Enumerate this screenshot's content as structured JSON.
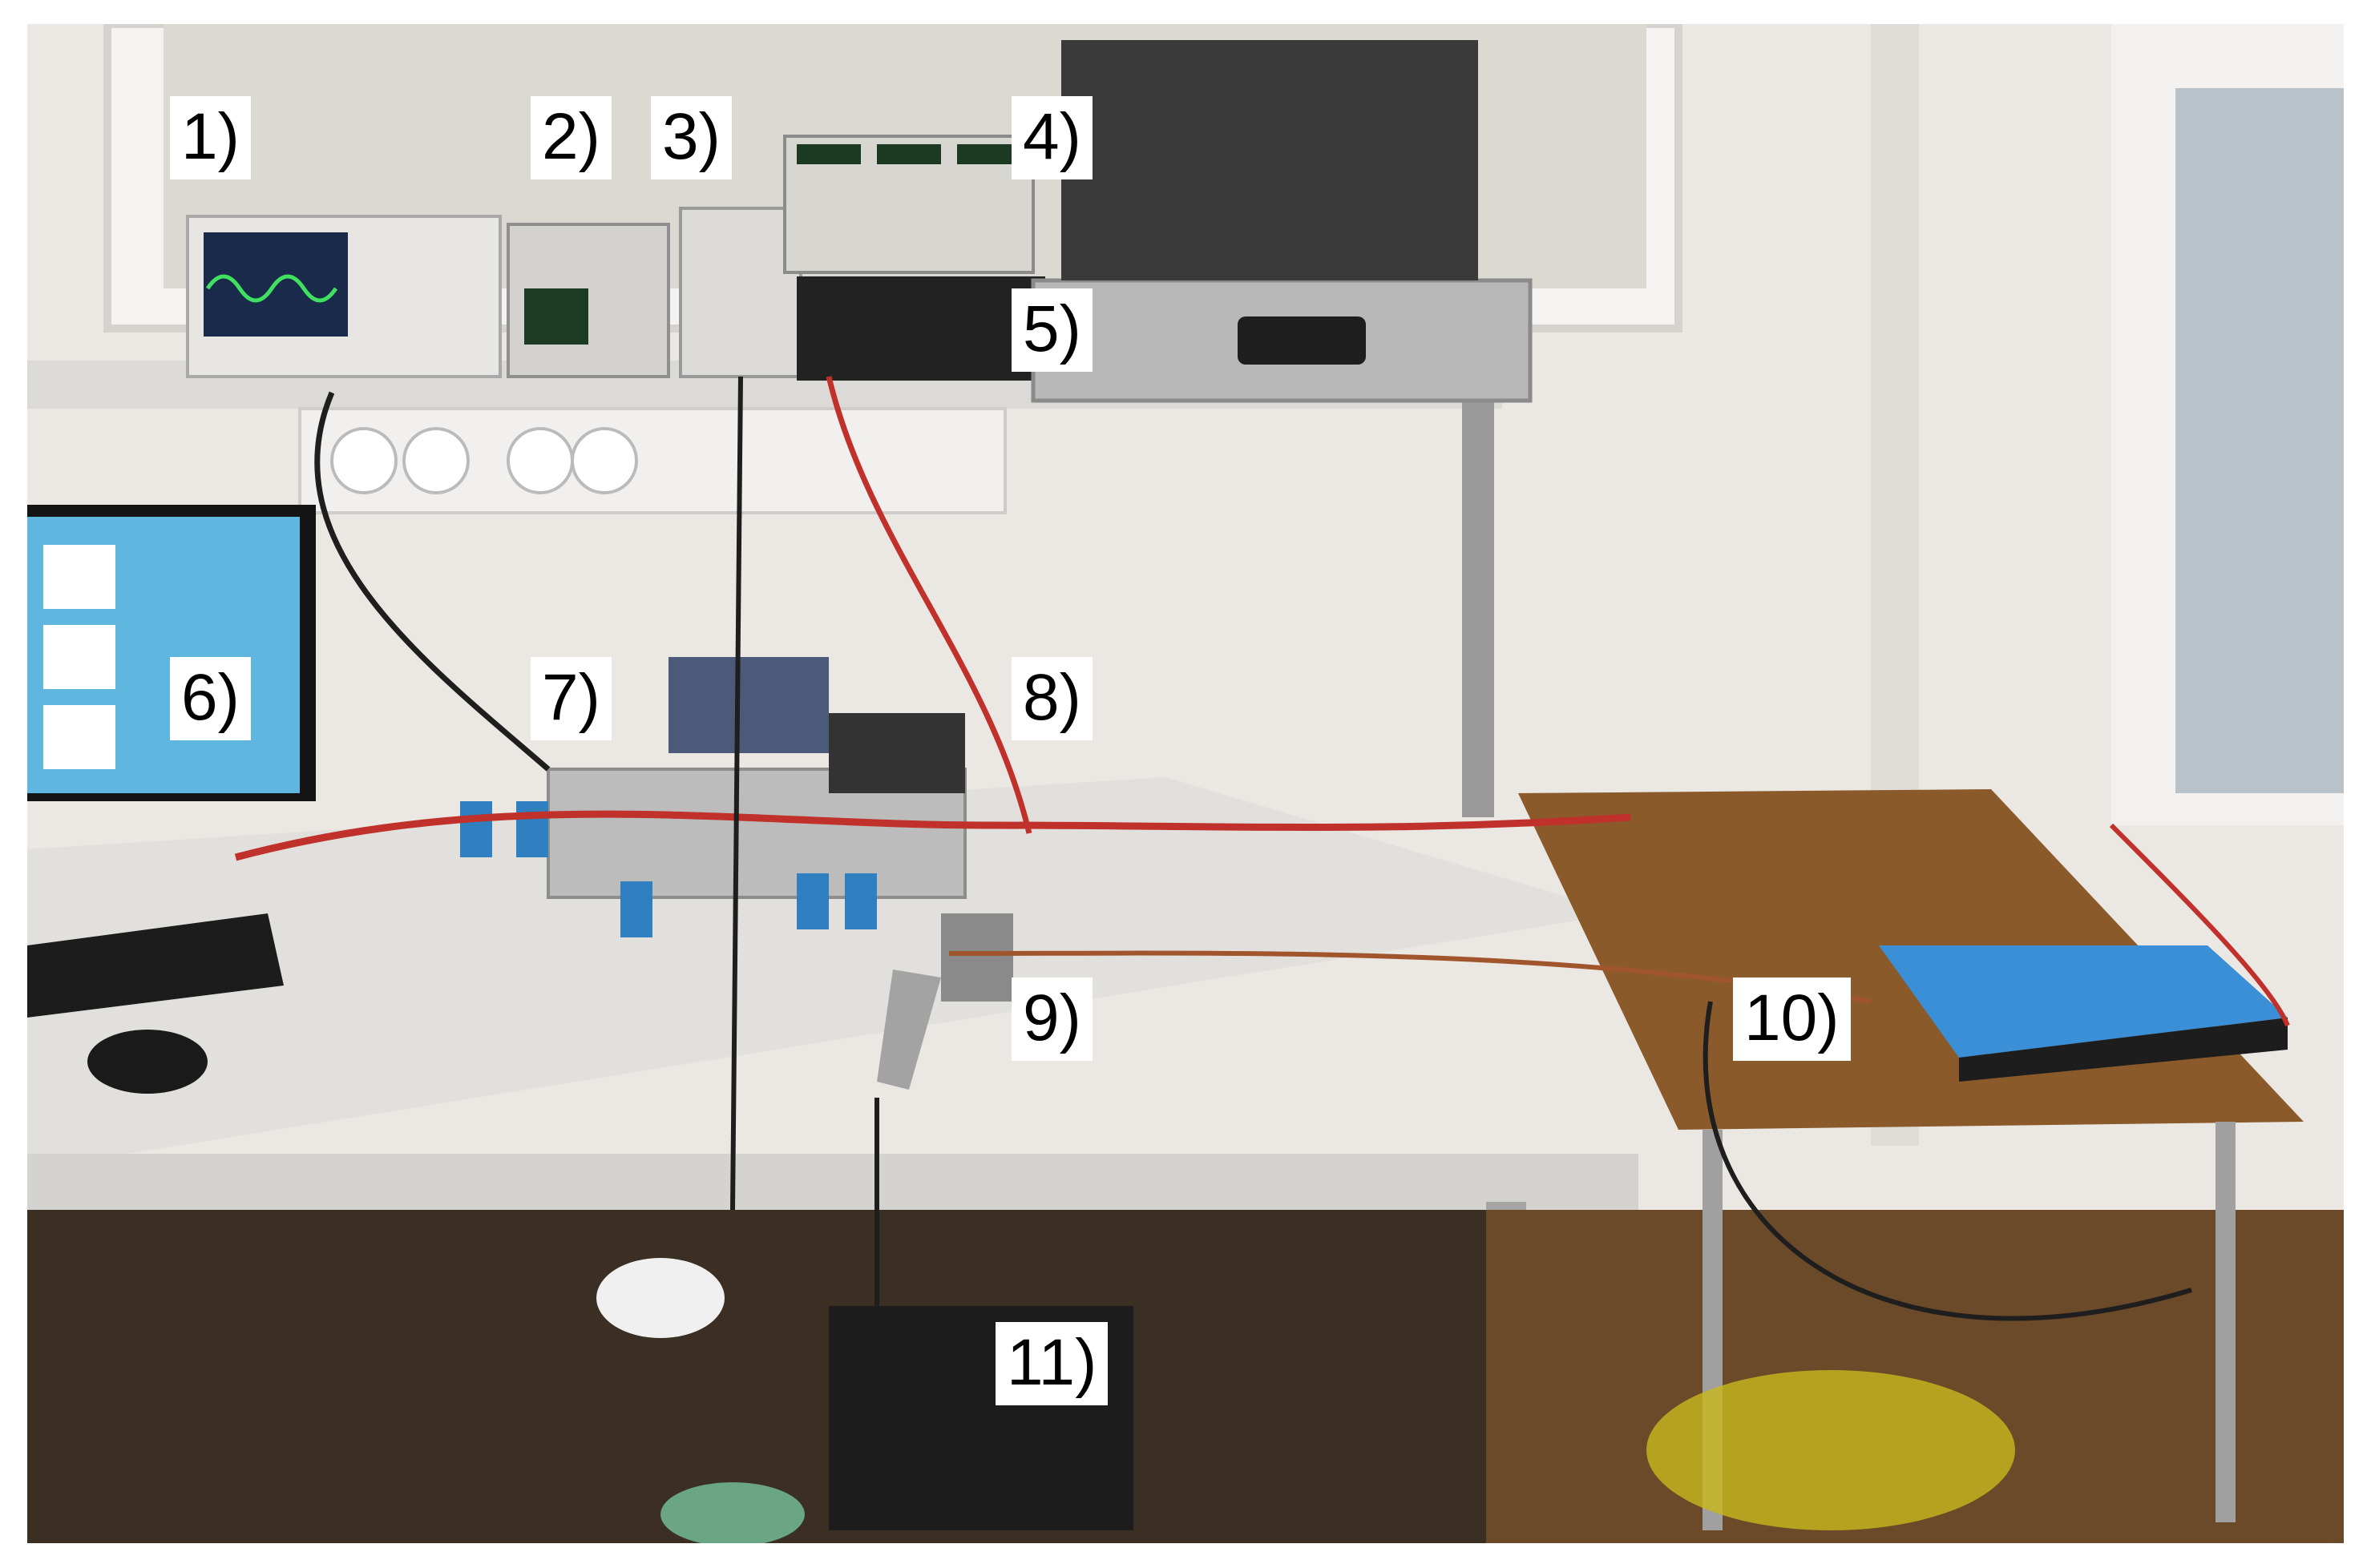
{
  "labels": [
    {
      "id": "1",
      "text": "1)"
    },
    {
      "id": "2",
      "text": "2)"
    },
    {
      "id": "3",
      "text": "3)"
    },
    {
      "id": "4",
      "text": "4)"
    },
    {
      "id": "5",
      "text": "5)"
    },
    {
      "id": "6",
      "text": "6)"
    },
    {
      "id": "7",
      "text": "7)"
    },
    {
      "id": "8",
      "text": "8)"
    },
    {
      "id": "9",
      "text": "9)"
    },
    {
      "id": "10",
      "text": "10)"
    },
    {
      "id": "11",
      "text": "11)"
    }
  ],
  "colors": {
    "wall": "#ebe7e3",
    "bench": "#e4e2df",
    "wood_table": "#8a5a2b",
    "floor": "#6b4a2a",
    "monitor_screen": "#5fb6df",
    "cable_red": "#c0312b",
    "cable_black": "#1e1e1e",
    "relay_blue": "#2f7fc1",
    "device_blue": "#3a8fd6"
  }
}
